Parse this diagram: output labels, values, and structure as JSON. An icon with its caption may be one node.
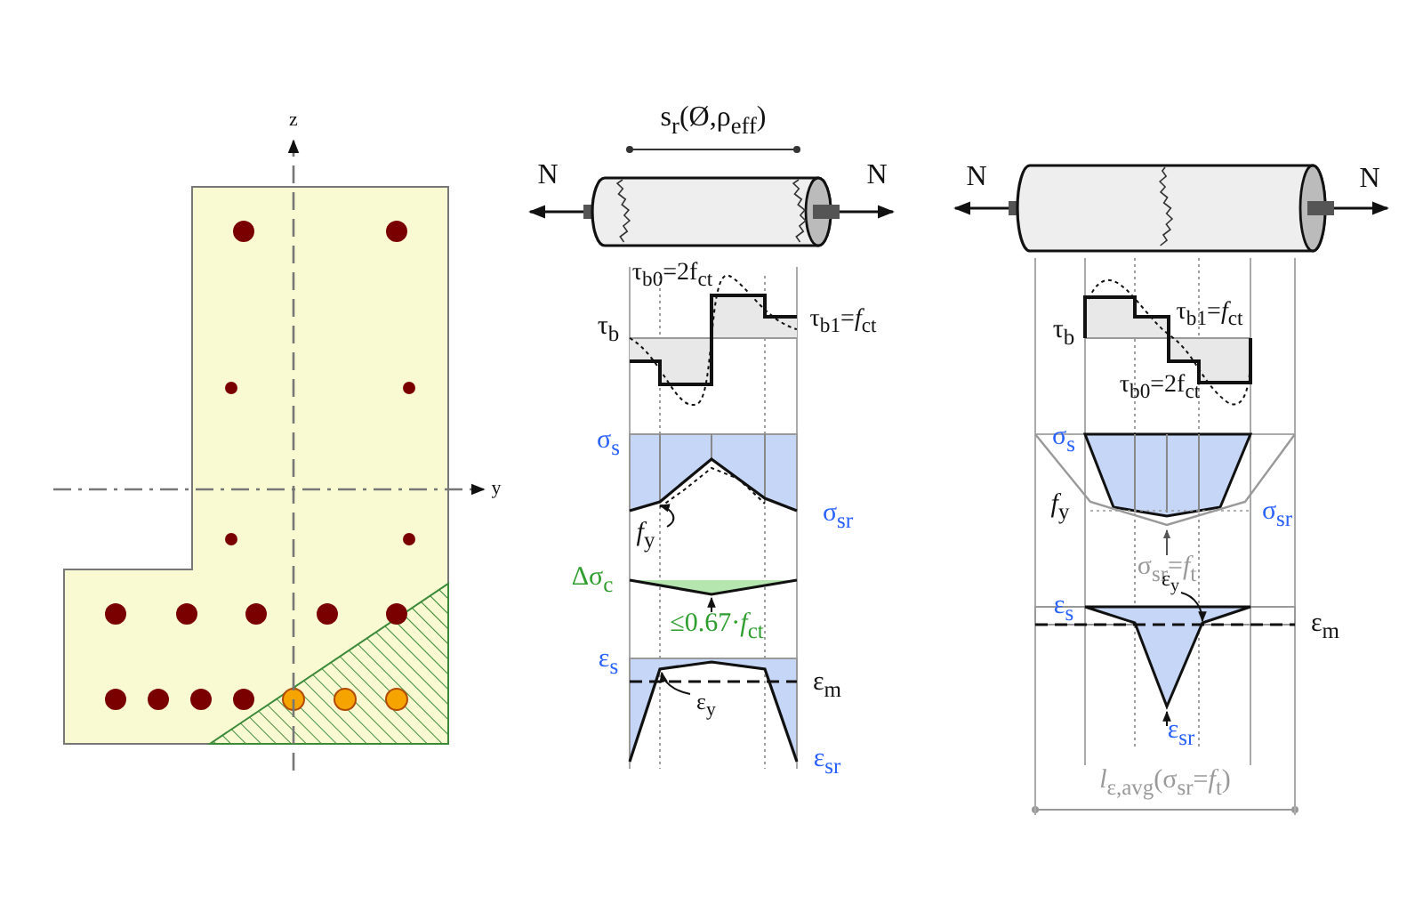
{
  "diagram": {
    "labels": [
      "z",
      "y",
      "s$_{r}$(Ø,ρ$_{eff}$)",
      "N",
      "N",
      "τ$_{b0}$=2f$_{ct}$",
      "τ$_{b1}$=*f*$_{ct}$",
      "τ$_{b}$",
      "σ$_{s}$",
      "*f*$_{y}$",
      "σ$_{sr}$",
      "Δσ$_{c}$",
      "≤0.67·*f*$_{ct}$",
      "ε$_{s}$",
      "ε$_{m}$",
      "ε$_{y}$",
      "ε$_{sr}$",
      "N",
      "N",
      "τ$_{b1}$=*f*$_{ct}$",
      "τ$_{b}$",
      "τ$_{b0}$=2f$_{ct}$",
      "σ$_{s}$",
      "*f*$_{y}$",
      "σ$_{sr}$",
      "σ$_{sr}$=*f*$_{t}$",
      "ε$_{y}$",
      "ε$_{s}$",
      "ε$_{m}$",
      "ε$_{sr}$",
      "*l*$_{ε,avg}$(σ$_{sr}$=*f*$_{t}$)"
    ]
  }
}
